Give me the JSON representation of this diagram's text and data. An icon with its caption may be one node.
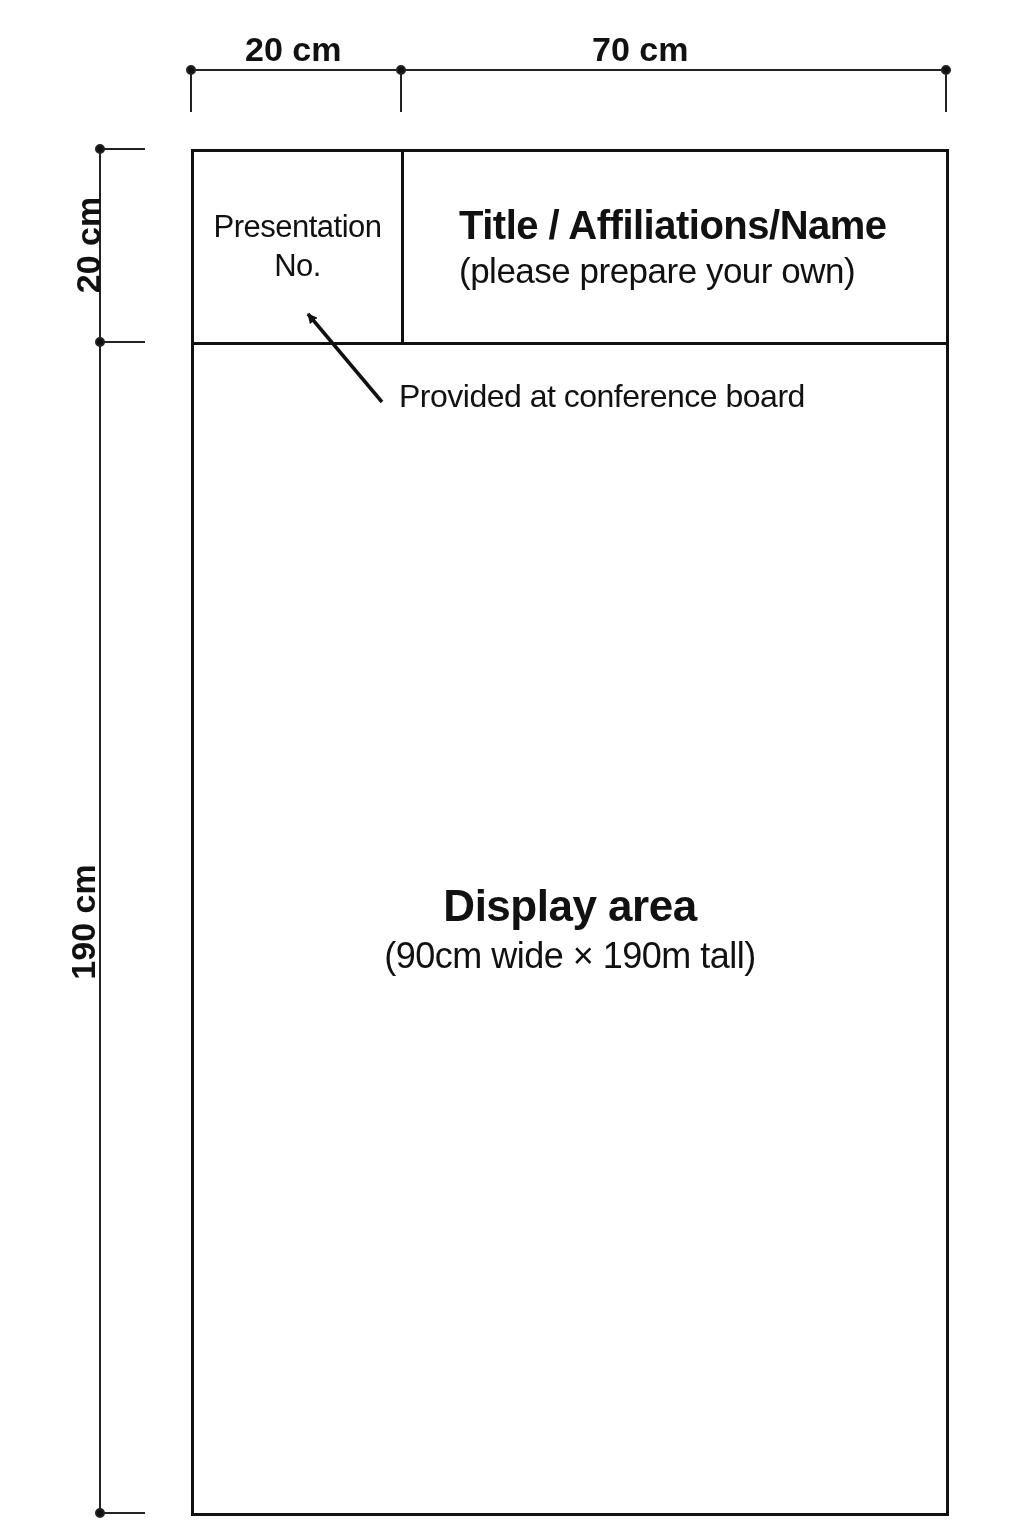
{
  "diagram": {
    "nodes": [
      {
        "text": [
          "Presentation No."
        ]
      },
      {
        "text": [
          "Title / Affiliations/Name",
          "(please prepare your own)"
        ]
      },
      {
        "text": [
          "Display area",
          "(90cm wide × 190m tall)"
        ]
      },
      {
        "text": [
          "Provided at conference board"
        ],
        "in": 2
      }
    ],
    "edges": [
      {
        "from": 3,
        "to": 0,
        "arrow": "to"
      }
    ],
    "labels": [
      "20 cm",
      "70 cm",
      "20 cm",
      "190 cm"
    ]
  }
}
